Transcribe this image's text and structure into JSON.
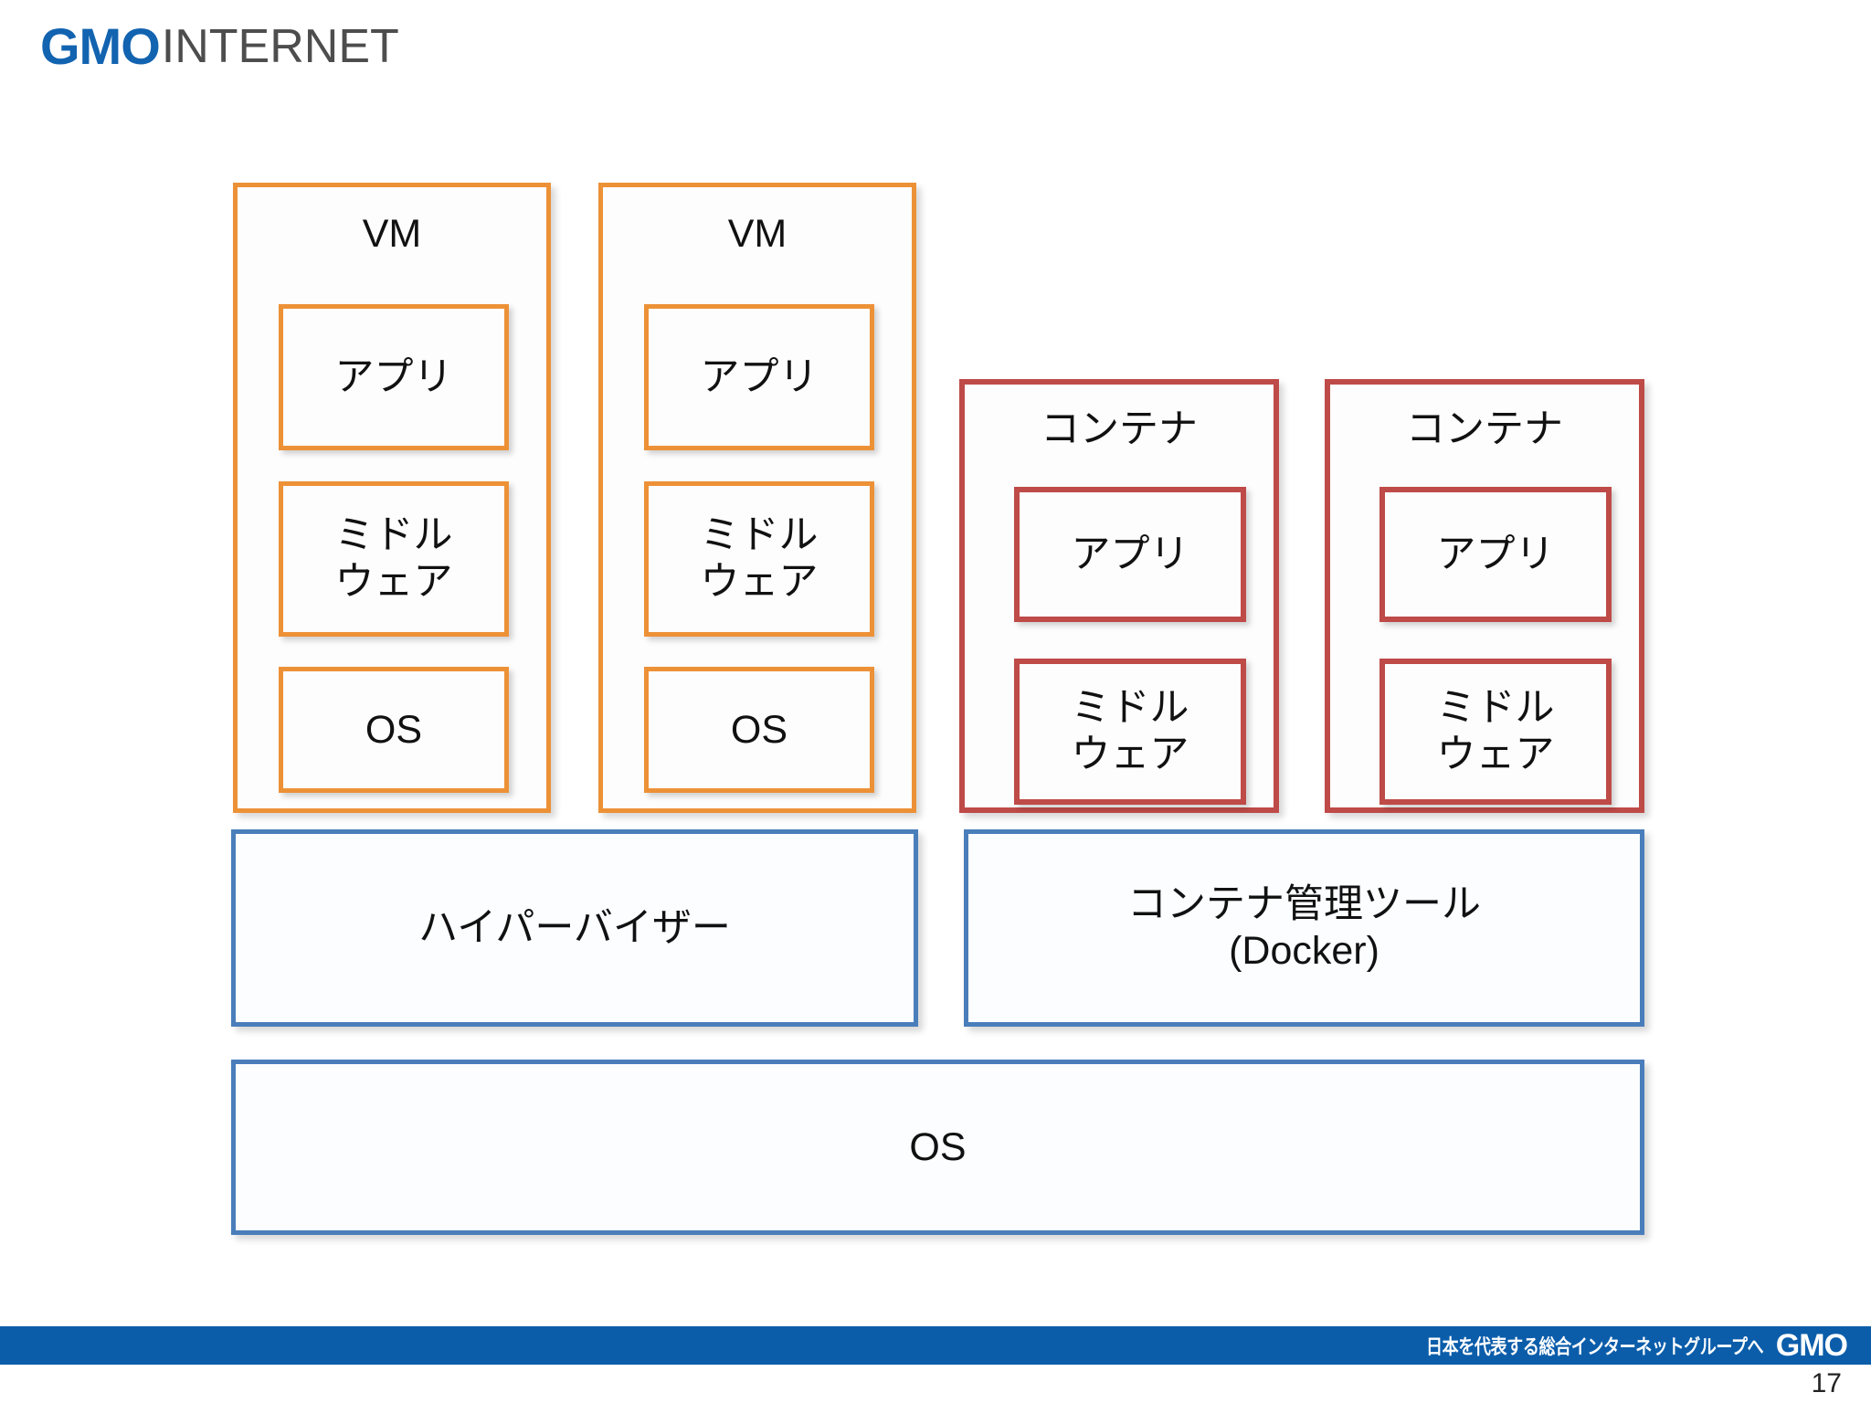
{
  "header": {
    "logo_primary": "GMO",
    "logo_secondary": "INTERNET"
  },
  "colors": {
    "vm_border": "#ED9137",
    "container_border": "#BE4B48",
    "platform_border": "#4A7EBB",
    "logo_blue": "#1263B0",
    "logo_gray": "#4D4D4D",
    "footer_blue": "#0B5DAA",
    "box_fill": "#FDFDFD"
  },
  "diagram": {
    "vm_groups": [
      {
        "title": "VM",
        "cells": [
          {
            "label": "アプリ"
          },
          {
            "label": "ミドル\nウェア"
          },
          {
            "label": "OS"
          }
        ]
      },
      {
        "title": "VM",
        "cells": [
          {
            "label": "アプリ"
          },
          {
            "label": "ミドル\nウェア"
          },
          {
            "label": "OS"
          }
        ]
      }
    ],
    "container_groups": [
      {
        "title": "コンテナ",
        "cells": [
          {
            "label": "アプリ"
          },
          {
            "label": "ミドル\nウェア"
          }
        ]
      },
      {
        "title": "コンテナ",
        "cells": [
          {
            "label": "アプリ"
          },
          {
            "label": "ミドル\nウェア"
          }
        ]
      }
    ],
    "platform_left": "ハイパーバイザー",
    "platform_right": "コンテナ管理ツール\n(Docker)",
    "platform_base": "OS"
  },
  "footer": {
    "tagline": "日本を代表する総合インターネットグループへ",
    "brand": "GMO",
    "page_number": "17"
  }
}
